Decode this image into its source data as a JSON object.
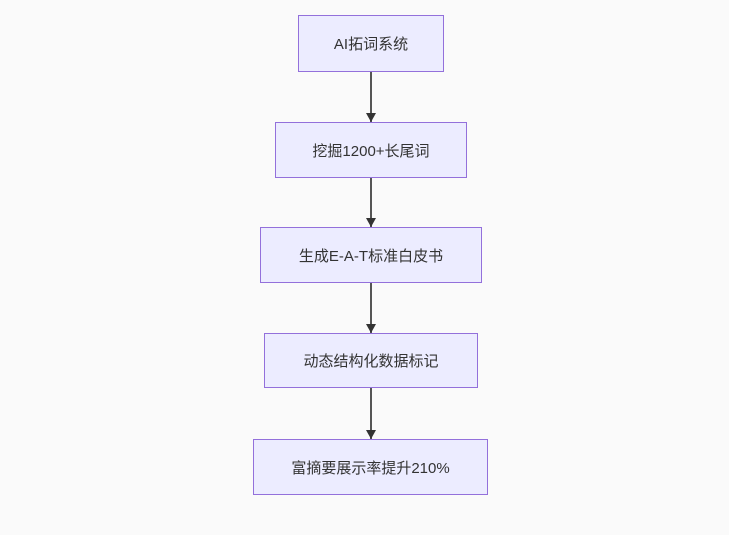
{
  "page": {
    "background_color": "#fafafa"
  },
  "diagram": {
    "type": "flowchart",
    "direction": "top-down",
    "style": {
      "node_fill": "#ECECFF",
      "node_border": "#9370DB",
      "text_color": "#333333",
      "arrow_color": "#555555",
      "arrowhead_color": "#333333"
    },
    "nodes": [
      {
        "id": "A",
        "label": "AI拓词系统"
      },
      {
        "id": "B",
        "label": "挖掘1200+长尾词"
      },
      {
        "id": "C",
        "label": "生成E-A-T标准白皮书"
      },
      {
        "id": "D",
        "label": "动态结构化数据标记"
      },
      {
        "id": "E",
        "label": "富摘要展示率提升210%"
      }
    ],
    "edges": [
      {
        "from": "A",
        "to": "B"
      },
      {
        "from": "B",
        "to": "C"
      },
      {
        "from": "C",
        "to": "D"
      },
      {
        "from": "D",
        "to": "E"
      }
    ]
  }
}
